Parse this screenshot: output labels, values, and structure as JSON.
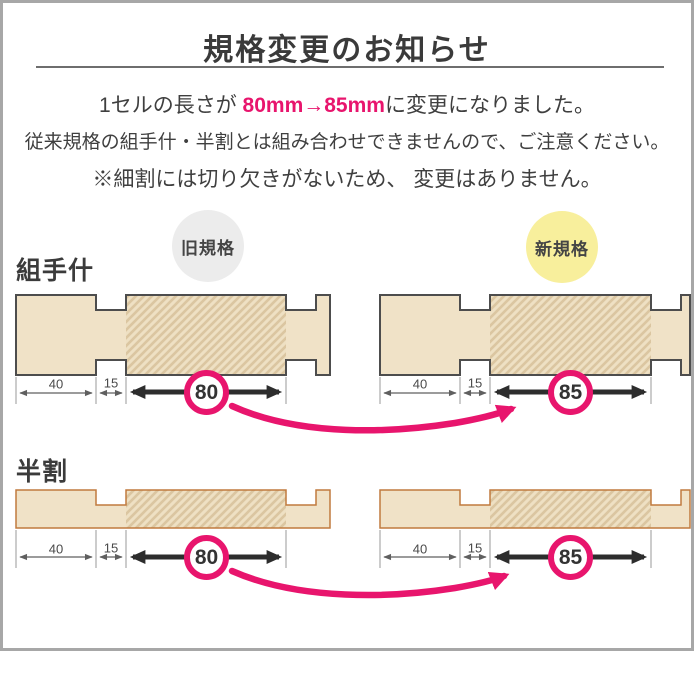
{
  "notice": {
    "title": "規格変更のお知らせ",
    "line1_pre": "1セルの長さが ",
    "line1_highlight": "80mm→85mm",
    "line1_post": "に変更になりました。",
    "line2": "従来規格の組手什・半割とは組み合わせできませんので、ご注意ください。",
    "line3": "※細割には切り欠きがないため、 変更はありません。"
  },
  "badges": {
    "old": "旧規格",
    "new": "新規格"
  },
  "sections": {
    "kumite": "組手什",
    "hanwari": "半割"
  },
  "dimensions": {
    "kumite_old": {
      "side": "40",
      "notch": "15",
      "cell": "80"
    },
    "kumite_new": {
      "side": "40",
      "notch": "15",
      "cell": "85"
    },
    "hanwari_old": {
      "side": "40",
      "notch": "15",
      "cell": "80"
    },
    "hanwari_new": {
      "side": "40",
      "notch": "15",
      "cell": "85"
    }
  },
  "colors": {
    "accent_pink": "#e8156d",
    "badge_old_bg": "#ececec",
    "badge_new_bg": "#f8ef9c",
    "wood_fill": "#f0e2c7",
    "hatch_bg": "#eee0c3",
    "hatch_stripe": "#dbc6a1",
    "outline_dark": "#4d4d4d",
    "outline_wood": "#c07a3e",
    "arrow_black": "#2d2d2d"
  }
}
